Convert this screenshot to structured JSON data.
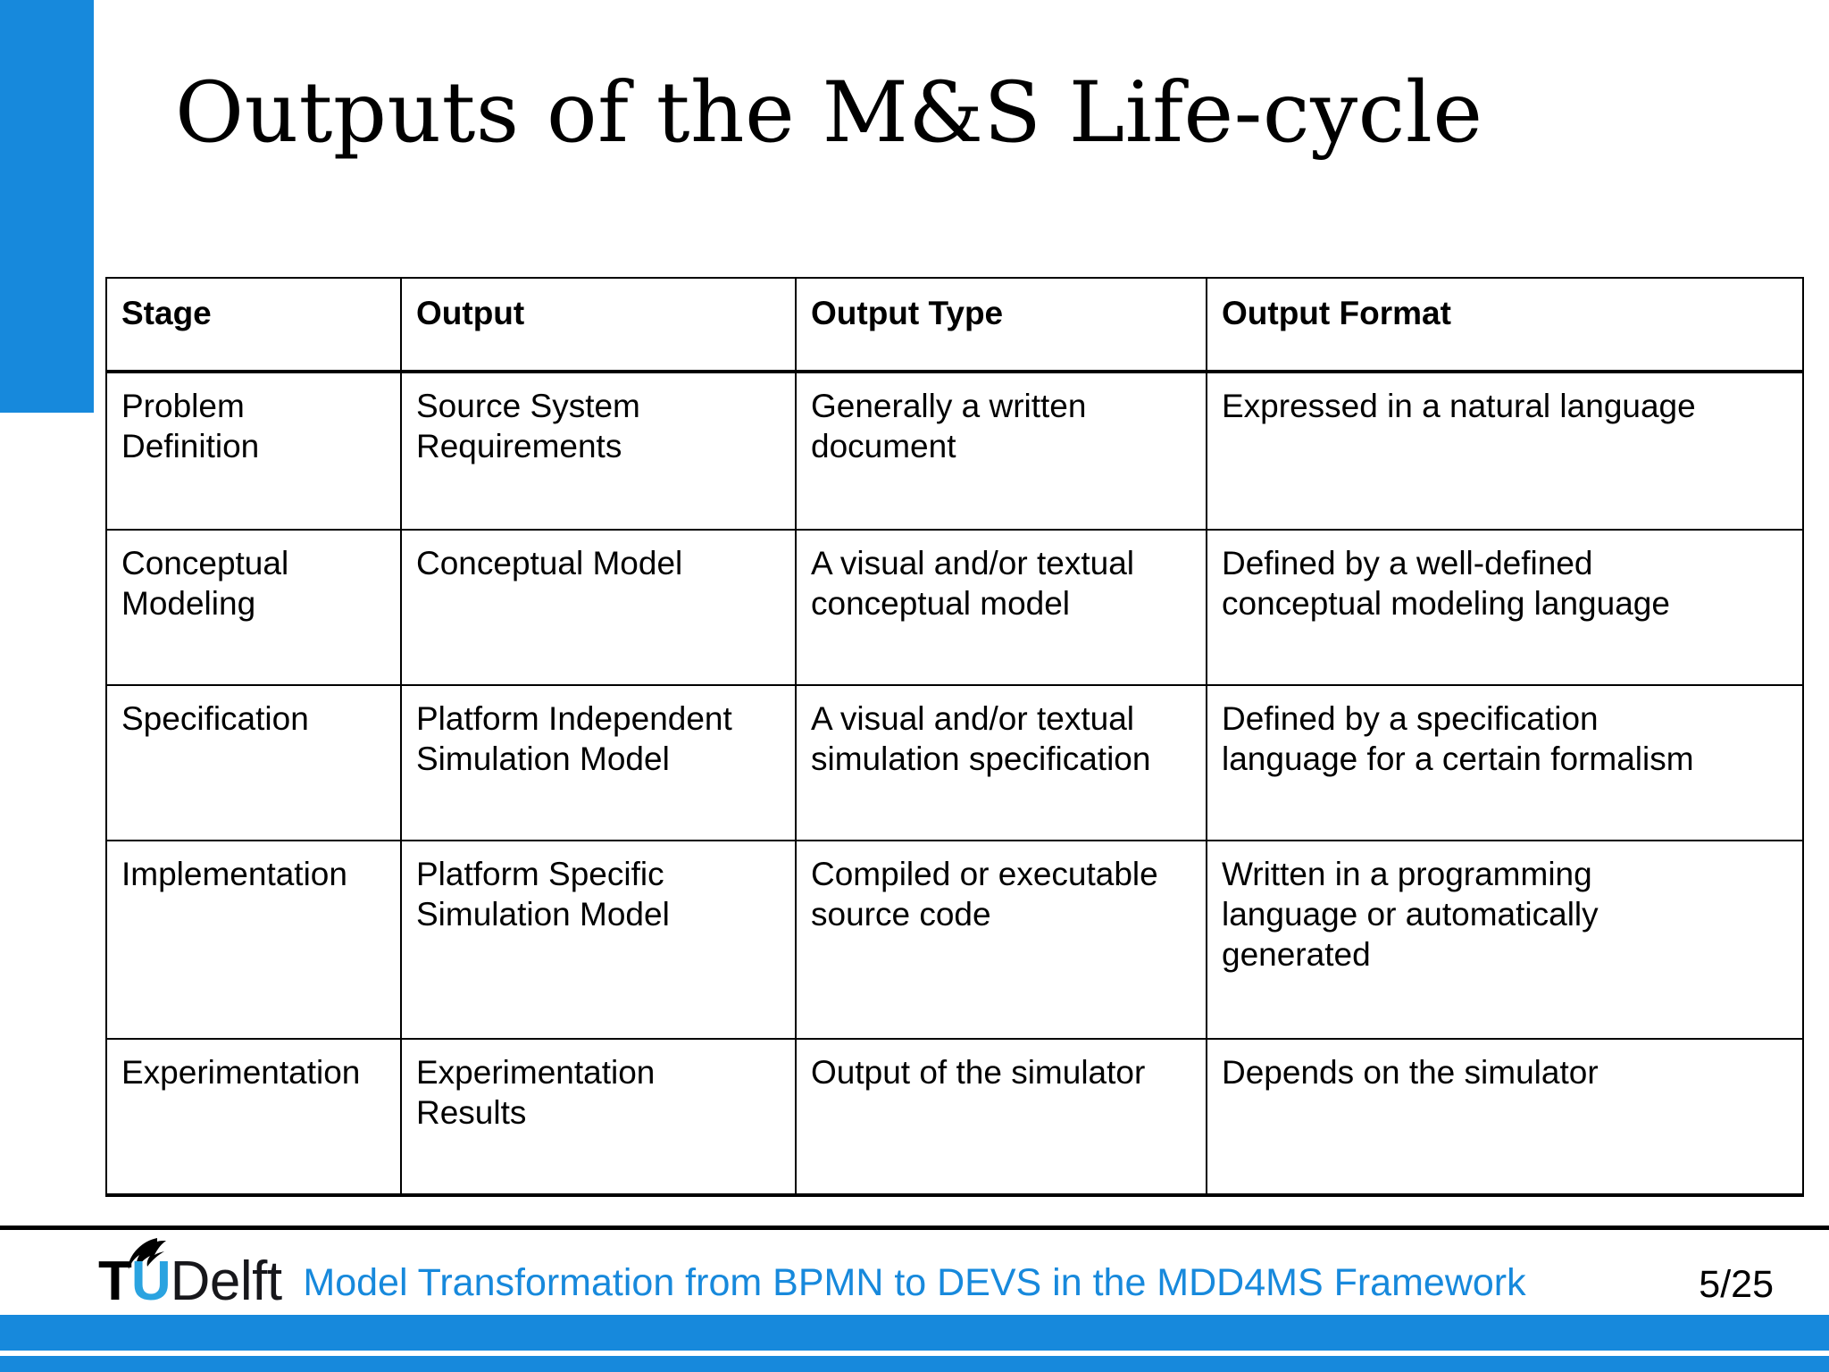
{
  "slide": {
    "title": "Outputs of the M&S Life-cycle",
    "accent_color": "#1789dc",
    "page_number": "5/25"
  },
  "table": {
    "headers": [
      "Stage",
      "Output",
      "Output Type",
      "Output Format"
    ],
    "rows": [
      {
        "stage": "Problem Definition",
        "stage_lines": [
          "Problem",
          "Definition"
        ],
        "output": "Source System Requirements",
        "output_lines": [
          "Source System",
          "Requirements"
        ],
        "output_type": "Generally a written document",
        "output_type_lines": [
          "Generally a written",
          "document"
        ],
        "output_format": "Expressed in a natural language",
        "output_format_lines": [
          "Expressed in a natural language"
        ]
      },
      {
        "stage": "Conceptual Modeling",
        "stage_lines": [
          "Conceptual",
          "Modeling"
        ],
        "output": "Conceptual Model",
        "output_lines": [
          "Conceptual Model"
        ],
        "output_type": "A visual and/or textual conceptual model",
        "output_type_lines": [
          "A visual and/or textual",
          "conceptual model"
        ],
        "output_format": "Defined by a well-defined conceptual modeling language",
        "output_format_lines": [
          "Defined by a well-defined",
          "conceptual modeling language"
        ]
      },
      {
        "stage": "Specification",
        "stage_lines": [
          "Specification"
        ],
        "output": "Platform Independent Simulation Model",
        "output_lines": [
          "Platform Independent",
          "Simulation Model"
        ],
        "output_type": "A visual and/or textual simulation specification",
        "output_type_lines": [
          "A visual and/or textual",
          "simulation specification"
        ],
        "output_format": "Defined by a specification language for a certain formalism",
        "output_format_lines": [
          "Defined by a specification",
          "language for a certain formalism"
        ]
      },
      {
        "stage": "Implementation",
        "stage_lines": [
          "Implementation"
        ],
        "output": "Platform Specific Simulation Model",
        "output_lines": [
          "Platform Specific",
          "Simulation Model"
        ],
        "output_type": "Compiled or executable source code",
        "output_type_lines": [
          "Compiled or executable",
          "source code"
        ],
        "output_format": "Written in a programming language or automatically generated",
        "output_format_lines": [
          "Written in a programming",
          "language or automatically",
          "generated"
        ]
      },
      {
        "stage": "Experimentation",
        "stage_lines": [
          "Experimentation"
        ],
        "output": "Experimentation Results",
        "output_lines": [
          "Experimentation",
          "Results"
        ],
        "output_type": "Output of the simulator",
        "output_type_lines": [
          "Output of the simulator"
        ],
        "output_format": "Depends on the simulator",
        "output_format_lines": [
          "Depends on the simulator"
        ]
      }
    ]
  },
  "footer": {
    "logo": {
      "t": "T",
      "u": "U",
      "delft": "Delft",
      "u_color": "#2aa3e0"
    },
    "title": "Model Transformation from BPMN to DEVS in the MDD4MS Framework",
    "title_color": "#1789dc",
    "page_number": "5/25"
  }
}
